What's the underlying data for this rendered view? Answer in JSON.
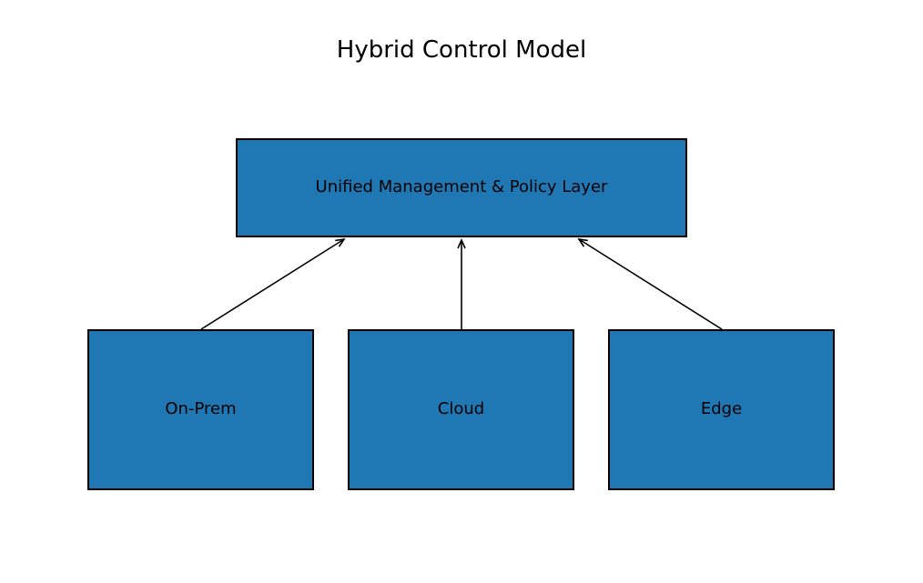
{
  "title": "Hybrid Control Model",
  "colors": {
    "node_fill": "#1f77b4",
    "node_border": "#000000",
    "arrow": "#000000",
    "text": "#000000",
    "background": "#ffffff"
  },
  "diagram": {
    "nodes": [
      {
        "id": "management",
        "label": "Unified Management & Policy Layer"
      },
      {
        "id": "onprem",
        "label": "On-Prem"
      },
      {
        "id": "cloud",
        "label": "Cloud"
      },
      {
        "id": "edge",
        "label": "Edge"
      }
    ],
    "edges": [
      {
        "from": "onprem",
        "to": "management"
      },
      {
        "from": "cloud",
        "to": "management"
      },
      {
        "from": "edge",
        "to": "management"
      }
    ]
  }
}
